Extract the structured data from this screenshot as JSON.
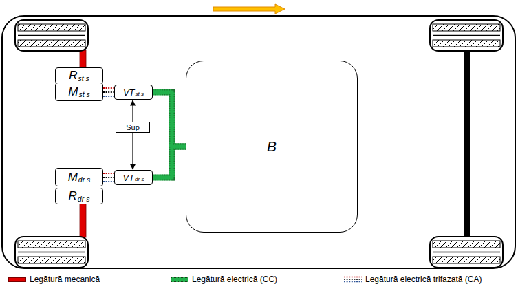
{
  "diagram": {
    "nodes": [
      {
        "text": [
          "R",
          "st s"
        ]
      },
      {
        "text": [
          "M",
          "st s"
        ]
      },
      {
        "text": [
          "VT",
          "st s"
        ]
      },
      {
        "text": [
          "Sup"
        ]
      },
      {
        "text": [
          "VT",
          "dr s"
        ]
      },
      {
        "text": [
          "M",
          "dr s"
        ]
      },
      {
        "text": [
          "R",
          "dr s"
        ]
      },
      {
        "text": [
          "B"
        ]
      }
    ],
    "edges": [
      {
        "from": 1,
        "to": 2,
        "arrow": "none"
      },
      {
        "from": 5,
        "to": 4,
        "arrow": "none"
      },
      {
        "from": 3,
        "to": 2,
        "arrow": "to"
      },
      {
        "from": 3,
        "to": 4,
        "arrow": "to"
      },
      {
        "from": 2,
        "to": 7,
        "arrow": "none"
      },
      {
        "from": 4,
        "to": 7,
        "arrow": "none"
      }
    ],
    "legend": [
      {
        "text": "Legătură mecanică",
        "color": "#e00000"
      },
      {
        "text": "Legătură electrică (CC)",
        "color": "#22b14c"
      },
      {
        "text": "Legătură electrică trifazată (CA)"
      }
    ]
  }
}
